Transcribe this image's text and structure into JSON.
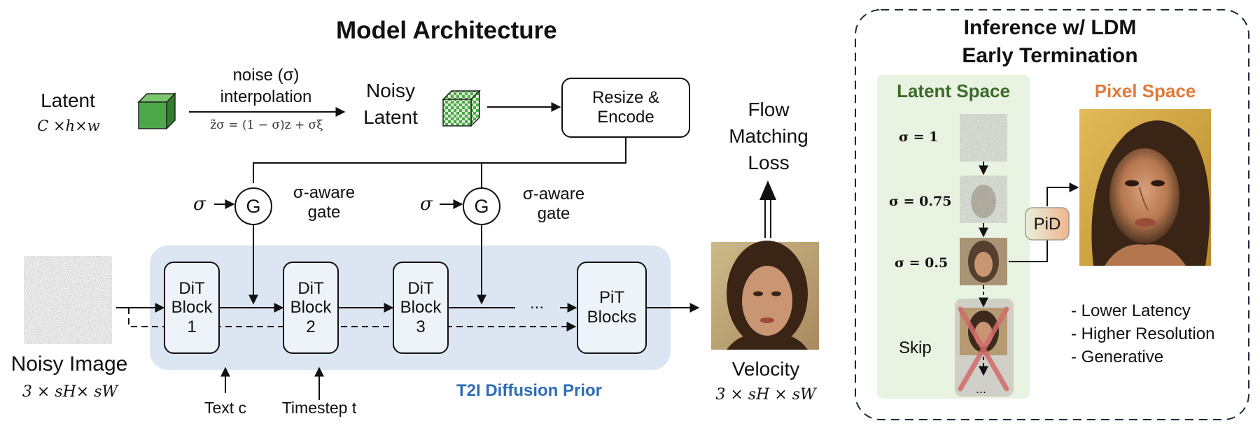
{
  "left": {
    "title": "Model Architecture",
    "latent_label": "Latent",
    "latent_shape": "C ×h×w",
    "noise_top": "noise (σ)",
    "noise_bottom": "interpolation",
    "noise_formula": "z̃σ = (1 − σ)z + σξ",
    "noisy_latent_1": "Noisy",
    "noisy_latent_2": "Latent",
    "resize_encode_1": "Resize &",
    "resize_encode_2": "Encode",
    "sigma_symbol": "σ",
    "gate_symbol": "G",
    "gate_text_1": "σ-aware",
    "gate_text_2": "gate",
    "blocks": [
      {
        "l1": "DiT",
        "l2": "Block",
        "l3": "1"
      },
      {
        "l1": "DiT",
        "l2": "Block",
        "l3": "2"
      },
      {
        "l1": "DiT",
        "l2": "Block",
        "l3": "3"
      },
      {
        "l1": "PiT",
        "l2": "Blocks",
        "l3": ""
      }
    ],
    "ellipsis": "...",
    "noisy_image_label": "Noisy Image",
    "noisy_image_shape": "3 × sH× sW",
    "text_input": "Text c",
    "timestep_input": "Timestep t",
    "prior_label": "T2I Diffusion Prior",
    "loss_1": "Flow",
    "loss_2": "Matching",
    "loss_3": "Loss",
    "velocity_label": "Velocity",
    "velocity_shape": "3 × sH × sW"
  },
  "right": {
    "title_1": "Inference w/ LDM",
    "title_2": "Early Termination",
    "latent_space": "Latent Space",
    "pixel_space": "Pixel Space",
    "sigma_steps": [
      "σ = 1",
      "σ = 0.75",
      "σ = 0.5"
    ],
    "skip": "Skip",
    "skip_ellipsis": "...",
    "pid": "PiD",
    "benefits": [
      "- Lower Latency",
      "- Higher Resolution",
      "- Generative"
    ]
  },
  "colors": {
    "prior_bg": "#dce6f3",
    "prior_text": "#2f6db5",
    "latent_space_text": "#3b6b2a",
    "latent_panel_bg": "#e9f3e1",
    "pixel_space_text": "#e07a3c",
    "cube_green": "#4ea84a"
  }
}
